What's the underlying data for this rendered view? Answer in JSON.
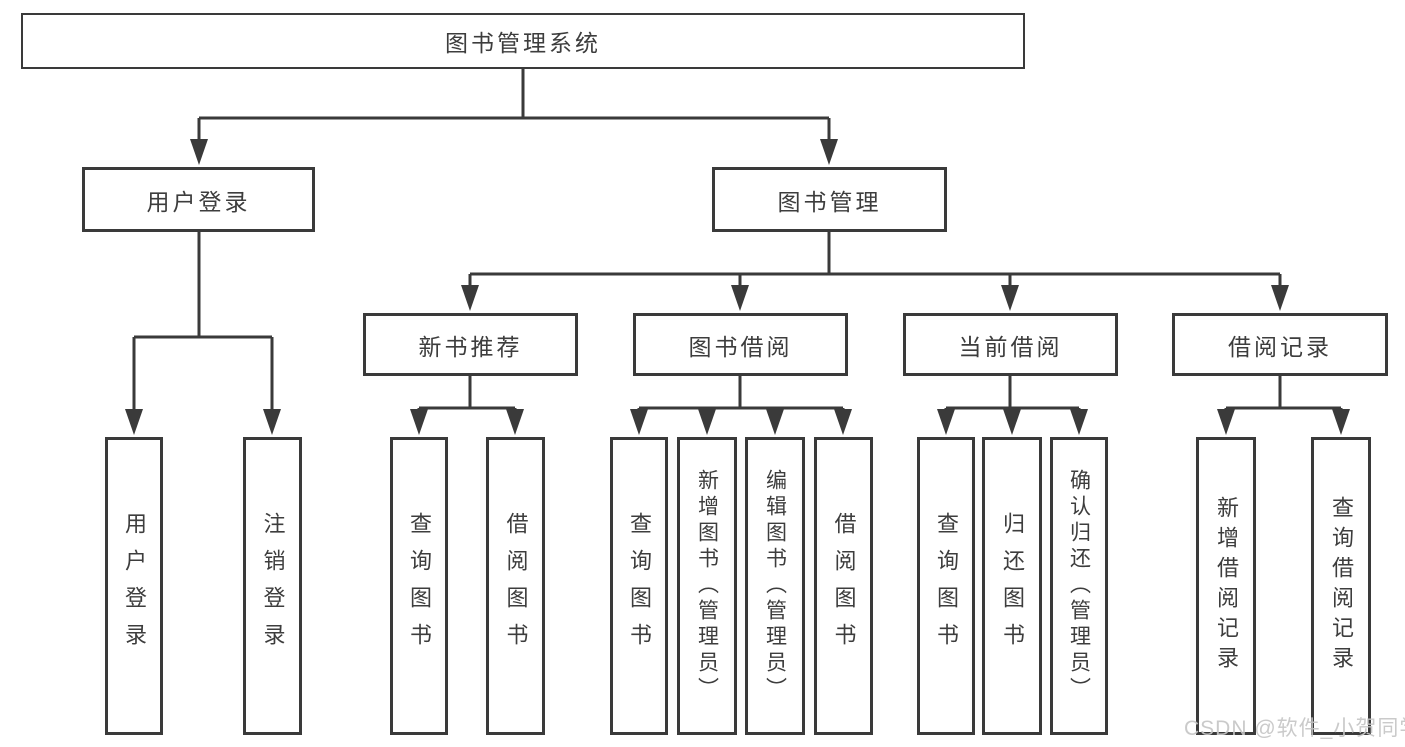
{
  "diagram": {
    "root": {
      "label": "图书管理系统"
    },
    "level2": [
      {
        "label": "用户登录"
      },
      {
        "label": "图书管理"
      }
    ],
    "level3": [
      {
        "label": "新书推荐"
      },
      {
        "label": "图书借阅"
      },
      {
        "label": "当前借阅"
      },
      {
        "label": "借阅记录"
      }
    ],
    "leaves": [
      {
        "label": "用户登录"
      },
      {
        "label": "注销登录"
      },
      {
        "label": "查询图书"
      },
      {
        "label": "借阅图书"
      },
      {
        "label": "查询图书"
      },
      {
        "label": "新增图书（管理员）"
      },
      {
        "label": "编辑图书（管理员）"
      },
      {
        "label": "借阅图书"
      },
      {
        "label": "查询图书"
      },
      {
        "label": "归还图书"
      },
      {
        "label": "确认归还（管理员）"
      },
      {
        "label": "新增借阅记录"
      },
      {
        "label": "查询借阅记录"
      }
    ]
  },
  "watermark": {
    "text": "CSDN @软件_小贺同学"
  },
  "colors": {
    "line": "#3a3a3a",
    "text": "#3d3d3d",
    "watermark": "#c5c5c5",
    "background": "#ffffff"
  }
}
